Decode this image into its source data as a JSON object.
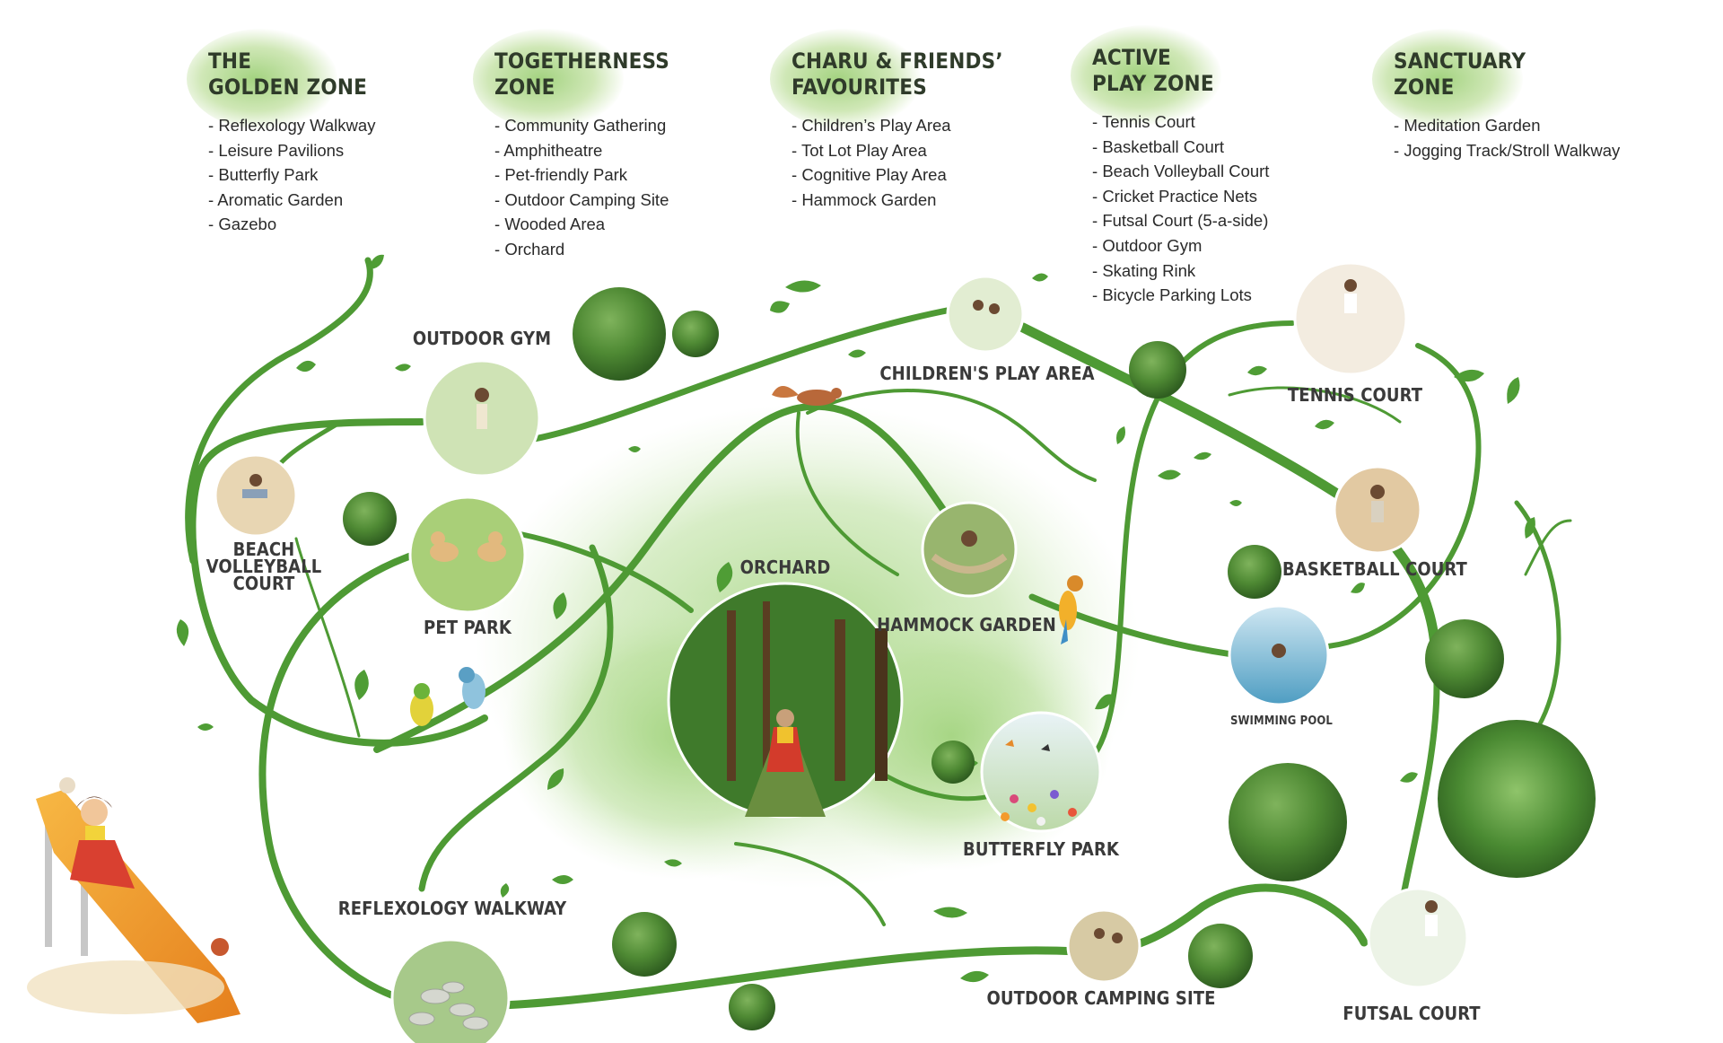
{
  "zones": [
    {
      "title_1": "THE",
      "title_2": "GOLDEN ZONE",
      "items": [
        "Reflexology Walkway",
        "Leisure Pavilions",
        "Butterfly Park",
        "Aromatic Garden",
        "Gazebo"
      ]
    },
    {
      "title_1": "TOGETHERNESS",
      "title_2": "ZONE",
      "items": [
        "Community Gathering",
        "Amphitheatre",
        "Pet-friendly Park",
        "Outdoor Camping Site",
        "Wooded Area",
        "Orchard"
      ]
    },
    {
      "title_1": "CHARU & FRIENDS’",
      "title_2": "FAVOURITES",
      "items": [
        "Children’s Play Area",
        "Tot Lot Play Area",
        "Cognitive Play Area",
        "Hammock Garden"
      ]
    },
    {
      "title_1": "ACTIVE",
      "title_2": "PLAY ZONE",
      "items": [
        "Tennis Court",
        "Basketball Court",
        "Beach Volleyball Court",
        "Cricket Practice Nets",
        "Futsal Court (5-a-side)",
        "Outdoor Gym",
        "Skating Rink",
        "Bicycle Parking Lots"
      ]
    },
    {
      "title_1": "SANCTUARY",
      "title_2": "ZONE",
      "items": [
        "Meditation Garden",
        "Jogging Track/Stroll Walkway"
      ]
    }
  ],
  "map_labels": {
    "outdoor_gym": "OUTDOOR GYM",
    "childrens_play_area": "CHILDREN'S PLAY AREA",
    "tennis_court": "TENNIS COURT",
    "beach_volleyball_1": "BEACH",
    "beach_volleyball_2": "VOLLEYBALL",
    "beach_volleyball_3": "COURT",
    "pet_park": "PET PARK",
    "orchard": "ORCHARD",
    "hammock_garden": "HAMMOCK GARDEN",
    "basketball_court": "BASKETBALL COURT",
    "swimming_pool": "SWIMMING POOL",
    "butterfly_park": "BUTTERFLY PARK",
    "reflexology_walkway": "REFLEXOLOGY WALKWAY",
    "outdoor_camping_site": "OUTDOOR CAMPING SITE",
    "futsal_court": "FUTSAL COURT"
  },
  "colors": {
    "path": "#4e9a34",
    "path_dark": "#3d8128",
    "leaf": "#4f9d35",
    "tree": "#3f7a2b",
    "wash": "#9fd27a",
    "slide": "#f09a2a"
  }
}
